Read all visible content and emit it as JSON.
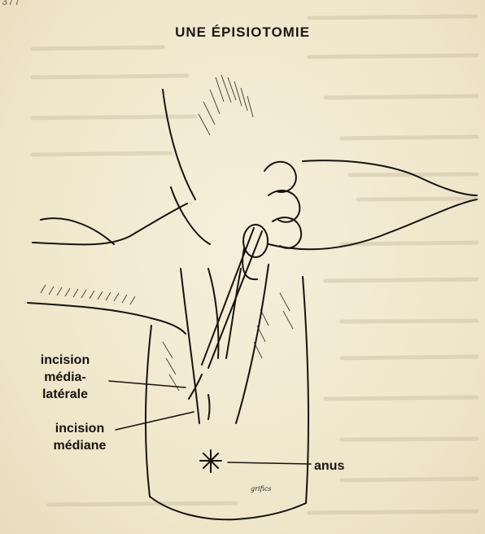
{
  "corner_text": "377",
  "title": "UNE ÉPISIOTOMIE",
  "labels": {
    "mediolateral_line1": "incision",
    "mediolateral_line2": "média-",
    "mediolateral_line3": "latérale",
    "median_line1": "incision",
    "median_line2": "médiane",
    "anus": "anus"
  },
  "signature": "grifics",
  "colors": {
    "paper": "#f2ead2",
    "ink": "#16130e",
    "bleed_through": "#b9ae92"
  }
}
